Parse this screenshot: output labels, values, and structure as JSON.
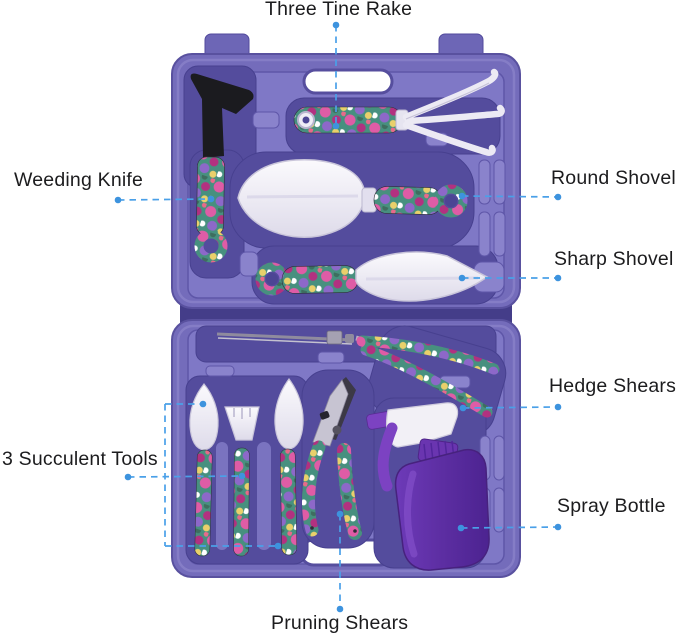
{
  "labels": {
    "three_tine_rake": "Three Tine Rake",
    "weeding_knife": "Weeding Knife",
    "round_shovel": "Round Shovel",
    "sharp_shovel": "Sharp Shovel",
    "hedge_shears": "Hedge Shears",
    "succulent_tools": "3 Succulent Tools",
    "spray_bottle": "Spray Bottle",
    "pruning_shears": "Pruning Shears"
  },
  "colors": {
    "background": "#ffffff",
    "label_text": "#1c1c1e",
    "leader_line": "#4aa0e8",
    "leader_dot": "#3d93de",
    "case_shell": "#746cbb",
    "case_tray": "#7f78c6",
    "case_recess": "#544c9d",
    "bottle_body": "#5e2fa4",
    "sprayer_trigger": "#7c42c2",
    "blade_white": "#f3f1f8",
    "floral_handle_base": "#47907f"
  }
}
